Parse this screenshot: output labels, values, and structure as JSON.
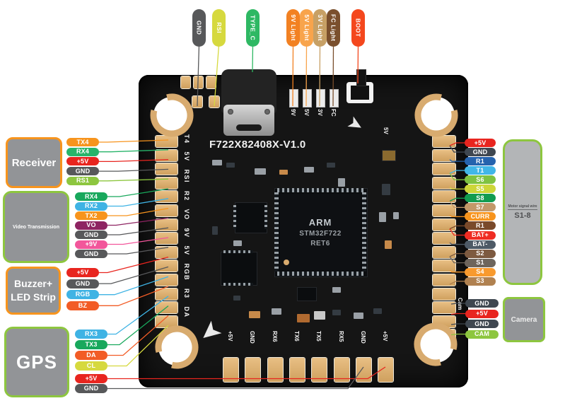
{
  "top_pins": [
    {
      "label": "GND",
      "color": "#57585a"
    },
    {
      "label": "RSI",
      "color": "#d6d93e"
    },
    {
      "label": "TYPE_C",
      "color": "#2eb863"
    },
    {
      "label": "9V Light",
      "color": "#f28122"
    },
    {
      "label": "5V Light",
      "color": "#f8a44c"
    },
    {
      "label": "3V Light",
      "color": "#c7a065"
    },
    {
      "label": "FC Light",
      "color": "#7a4f2d"
    },
    {
      "label": "BOOT",
      "color": "#f4471d"
    }
  ],
  "groups": {
    "receiver": {
      "label": "Receiver",
      "border": "#f7941d",
      "pins": [
        {
          "label": "TX4",
          "color": "#f7941d"
        },
        {
          "label": "RX4",
          "color": "#28b46a"
        },
        {
          "label": "+5V",
          "color": "#e8251f"
        },
        {
          "label": "GND",
          "color": "#57585a"
        },
        {
          "label": "RS1",
          "color": "#8dc63f"
        }
      ]
    },
    "video": {
      "label": "Video Transmission",
      "border": "#8dc63f",
      "pins": [
        {
          "label": "RX4",
          "color": "#18a85c"
        },
        {
          "label": "RX2",
          "color": "#3fb3e4"
        },
        {
          "label": "TX2",
          "color": "#f7941d"
        },
        {
          "label": "VO",
          "color": "#8e2462"
        },
        {
          "label": "GND",
          "color": "#57585a"
        },
        {
          "label": "+9V",
          "color": "#f2569b"
        },
        {
          "label": "GND",
          "color": "#57585a"
        }
      ]
    },
    "buzzer": {
      "label": "Buzzer+ LED Strip",
      "border": "#f7941d",
      "pins": [
        {
          "label": "+5V",
          "color": "#e8251f"
        },
        {
          "label": "GND",
          "color": "#57585a"
        },
        {
          "label": "RGB",
          "color": "#3fb3e4"
        },
        {
          "label": "BZ",
          "color": "#f25c26"
        }
      ]
    },
    "gps": {
      "label": "GPS",
      "border": "#8dc63f",
      "pins": [
        {
          "label": "RX3",
          "color": "#3fb3e4"
        },
        {
          "label": "TX3",
          "color": "#18a85c"
        },
        {
          "label": "DA",
          "color": "#f25c26"
        },
        {
          "label": "CL",
          "color": "#d6d93e"
        },
        {
          "label": "+5V",
          "color": "#e8251f"
        },
        {
          "label": "GND",
          "color": "#57585a"
        }
      ]
    },
    "esc": {
      "label": "S1-8",
      "note": "Motor signal wire",
      "border": "#8dc63f"
    },
    "camera": {
      "label": "Camera",
      "border": "#8dc63f"
    }
  },
  "right_pins": [
    {
      "label": "+5V",
      "color": "#e8251f"
    },
    {
      "label": "GND",
      "color": "#3f4750"
    },
    {
      "label": "R1",
      "color": "#2563ae"
    },
    {
      "label": "T1",
      "color": "#41b6e8"
    },
    {
      "label": "S6",
      "color": "#7fc241"
    },
    {
      "label": "S5",
      "color": "#cdd638"
    },
    {
      "label": "S8",
      "color": "#129c50"
    },
    {
      "label": "S7",
      "color": "#c29869"
    },
    {
      "label": "CURR",
      "color": "#f7941d"
    },
    {
      "label": "R1",
      "color": "#7a4a2a"
    },
    {
      "label": "BAT+",
      "color": "#ef2c23"
    },
    {
      "label": "BAT-",
      "color": "#4e5a66"
    },
    {
      "label": "S2",
      "color": "#7d5a40"
    },
    {
      "label": "S1",
      "color": "#6e655c"
    },
    {
      "label": "S4",
      "color": "#f89a2e"
    },
    {
      "label": "S3",
      "color": "#b08150"
    }
  ],
  "camera_pins": [
    {
      "label": "GND",
      "color": "#3f4750"
    },
    {
      "label": "+5V",
      "color": "#e8251f"
    },
    {
      "label": "GND",
      "color": "#3f4750"
    },
    {
      "label": "CAM",
      "color": "#8dc63f"
    }
  ],
  "board": {
    "title": "F722X82408X-V1.0",
    "mcu_line1": "ARM",
    "mcu_line2": "STM32F722",
    "mcu_line3": "RET6",
    "led_labels": [
      "9V",
      "5V",
      "3V",
      "FC"
    ],
    "left_edge_text": "T4 5V RSI R2 VO 9V 5V RGB R3 DA",
    "bottom_pad_labels": [
      "+5V",
      "GND",
      "RX6",
      "TX6",
      "TX5",
      "RX5",
      "GND",
      "+5V"
    ],
    "cam_text": "Cam",
    "v5_text": "5V"
  },
  "icons": {
    "arrow_logo": "➤"
  },
  "colors": {
    "pad_gold": "#d8ab6f",
    "board_black": "#151515",
    "box_gray": "#929497"
  }
}
